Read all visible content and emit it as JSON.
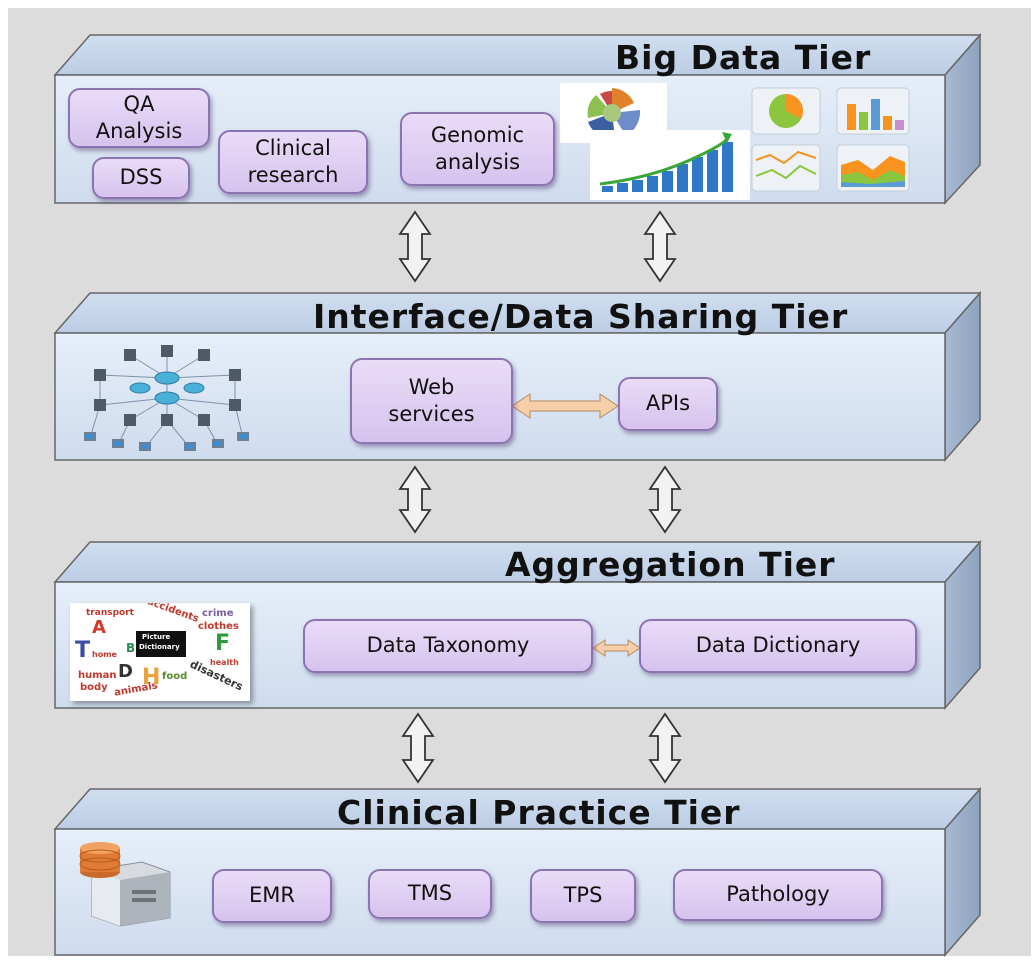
{
  "tiers": {
    "big_data": {
      "title": "Big Data Tier",
      "boxes": {
        "qa": [
          "QA",
          "Analysis"
        ],
        "dss": "DSS",
        "clinical": [
          "Clinical",
          "research"
        ],
        "genomic": [
          "Genomic",
          "analysis"
        ]
      }
    },
    "interface": {
      "title": "Interface/Data Sharing Tier",
      "boxes": {
        "web": [
          "Web",
          "services"
        ],
        "apis": "APIs"
      }
    },
    "aggregation": {
      "title": "Aggregation Tier",
      "boxes": {
        "taxonomy": "Data Taxonomy",
        "dictionary": "Data Dictionary"
      },
      "picture_dictionary_words": [
        "transport",
        "accidents",
        "crime",
        "clothes",
        "A",
        "T",
        "home",
        "B",
        "F",
        "health",
        "human",
        "body",
        "animals",
        "food",
        "disasters",
        "D",
        "H",
        "Picture",
        "Dictionary"
      ]
    },
    "clinical_practice": {
      "title": "Clinical Practice Tier",
      "boxes": {
        "emr": "EMR",
        "tms": "TMS",
        "tps": "TPS",
        "pathology": "Pathology"
      }
    }
  },
  "colors": {
    "background": "#dcdcdc",
    "tier_front": "#d9e6f4",
    "tier_top": "#c5d6ea",
    "tier_side": "#9db0c8",
    "box_fill": "#ddcdf1",
    "box_border": "#8c74b0",
    "link_arrow": "#f6cfa8"
  },
  "icons": [
    "network-icon",
    "database-server-icon",
    "pie-chart-icon",
    "bar-chart-icon",
    "line-chart-icon",
    "area-chart-icon",
    "rising-bar-chart-icon",
    "radar-pie-icon",
    "picture-dictionary-image"
  ]
}
